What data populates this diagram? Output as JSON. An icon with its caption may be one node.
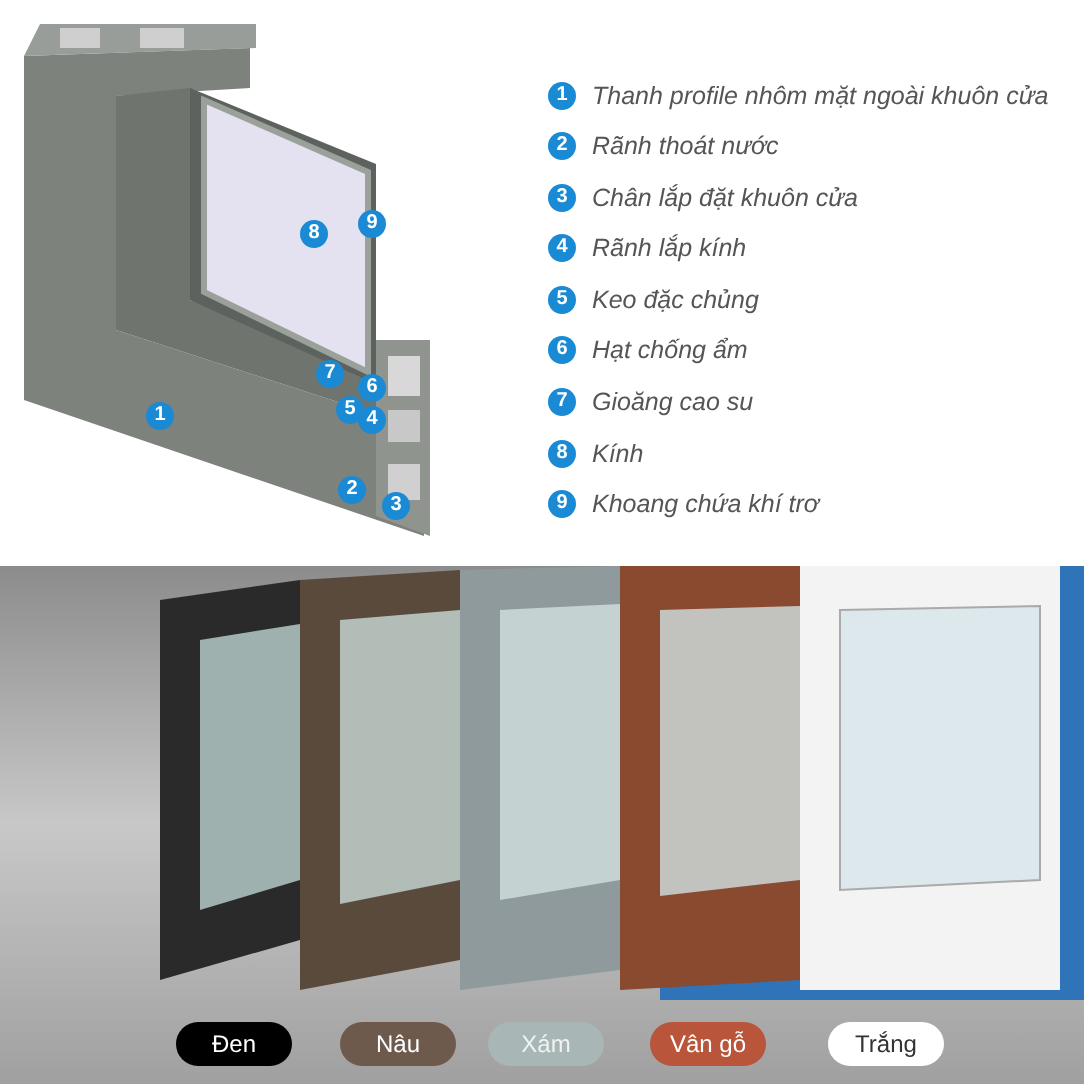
{
  "diagram": {
    "nodes": [
      {
        "text": [
          "Đen"
        ]
      },
      {
        "text": [
          "Nâu"
        ]
      },
      {
        "text": [
          "Xám"
        ]
      },
      {
        "text": [
          "Vân gỗ"
        ]
      },
      {
        "text": [
          "Trắng"
        ]
      }
    ],
    "labels": [
      "9",
      "8",
      "7",
      "6",
      "1",
      "5",
      "4",
      "2",
      "3",
      "1",
      "Thanh profile nhôm mặt ngoài khuôn cửa",
      "2",
      "Rãnh thoát nước",
      "3",
      "Chân lắp đặt khuôn cửa",
      "4",
      "Rãnh lắp kính",
      "5",
      "Keo đặc chủng",
      "6",
      "Hạt chống ẩm",
      "7",
      "Gioăng cao su",
      "8",
      "Kính",
      "9",
      "Khoang chứa khí trơ"
    ]
  }
}
